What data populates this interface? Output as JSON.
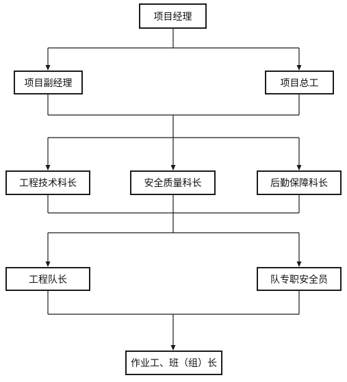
{
  "org_chart": {
    "project_manager": "项目经理",
    "deputy_project_manager": "项目副经理",
    "chief_engineer": "项目总工",
    "engineering_tech_chief": "工程技术科长",
    "safety_quality_chief": "安全质量科长",
    "logistics_chief": "后勤保障科长",
    "engineering_team_leader": "工程队长",
    "team_safety_officer": "队专职安全员",
    "workers": "作业工、班（组）长"
  }
}
